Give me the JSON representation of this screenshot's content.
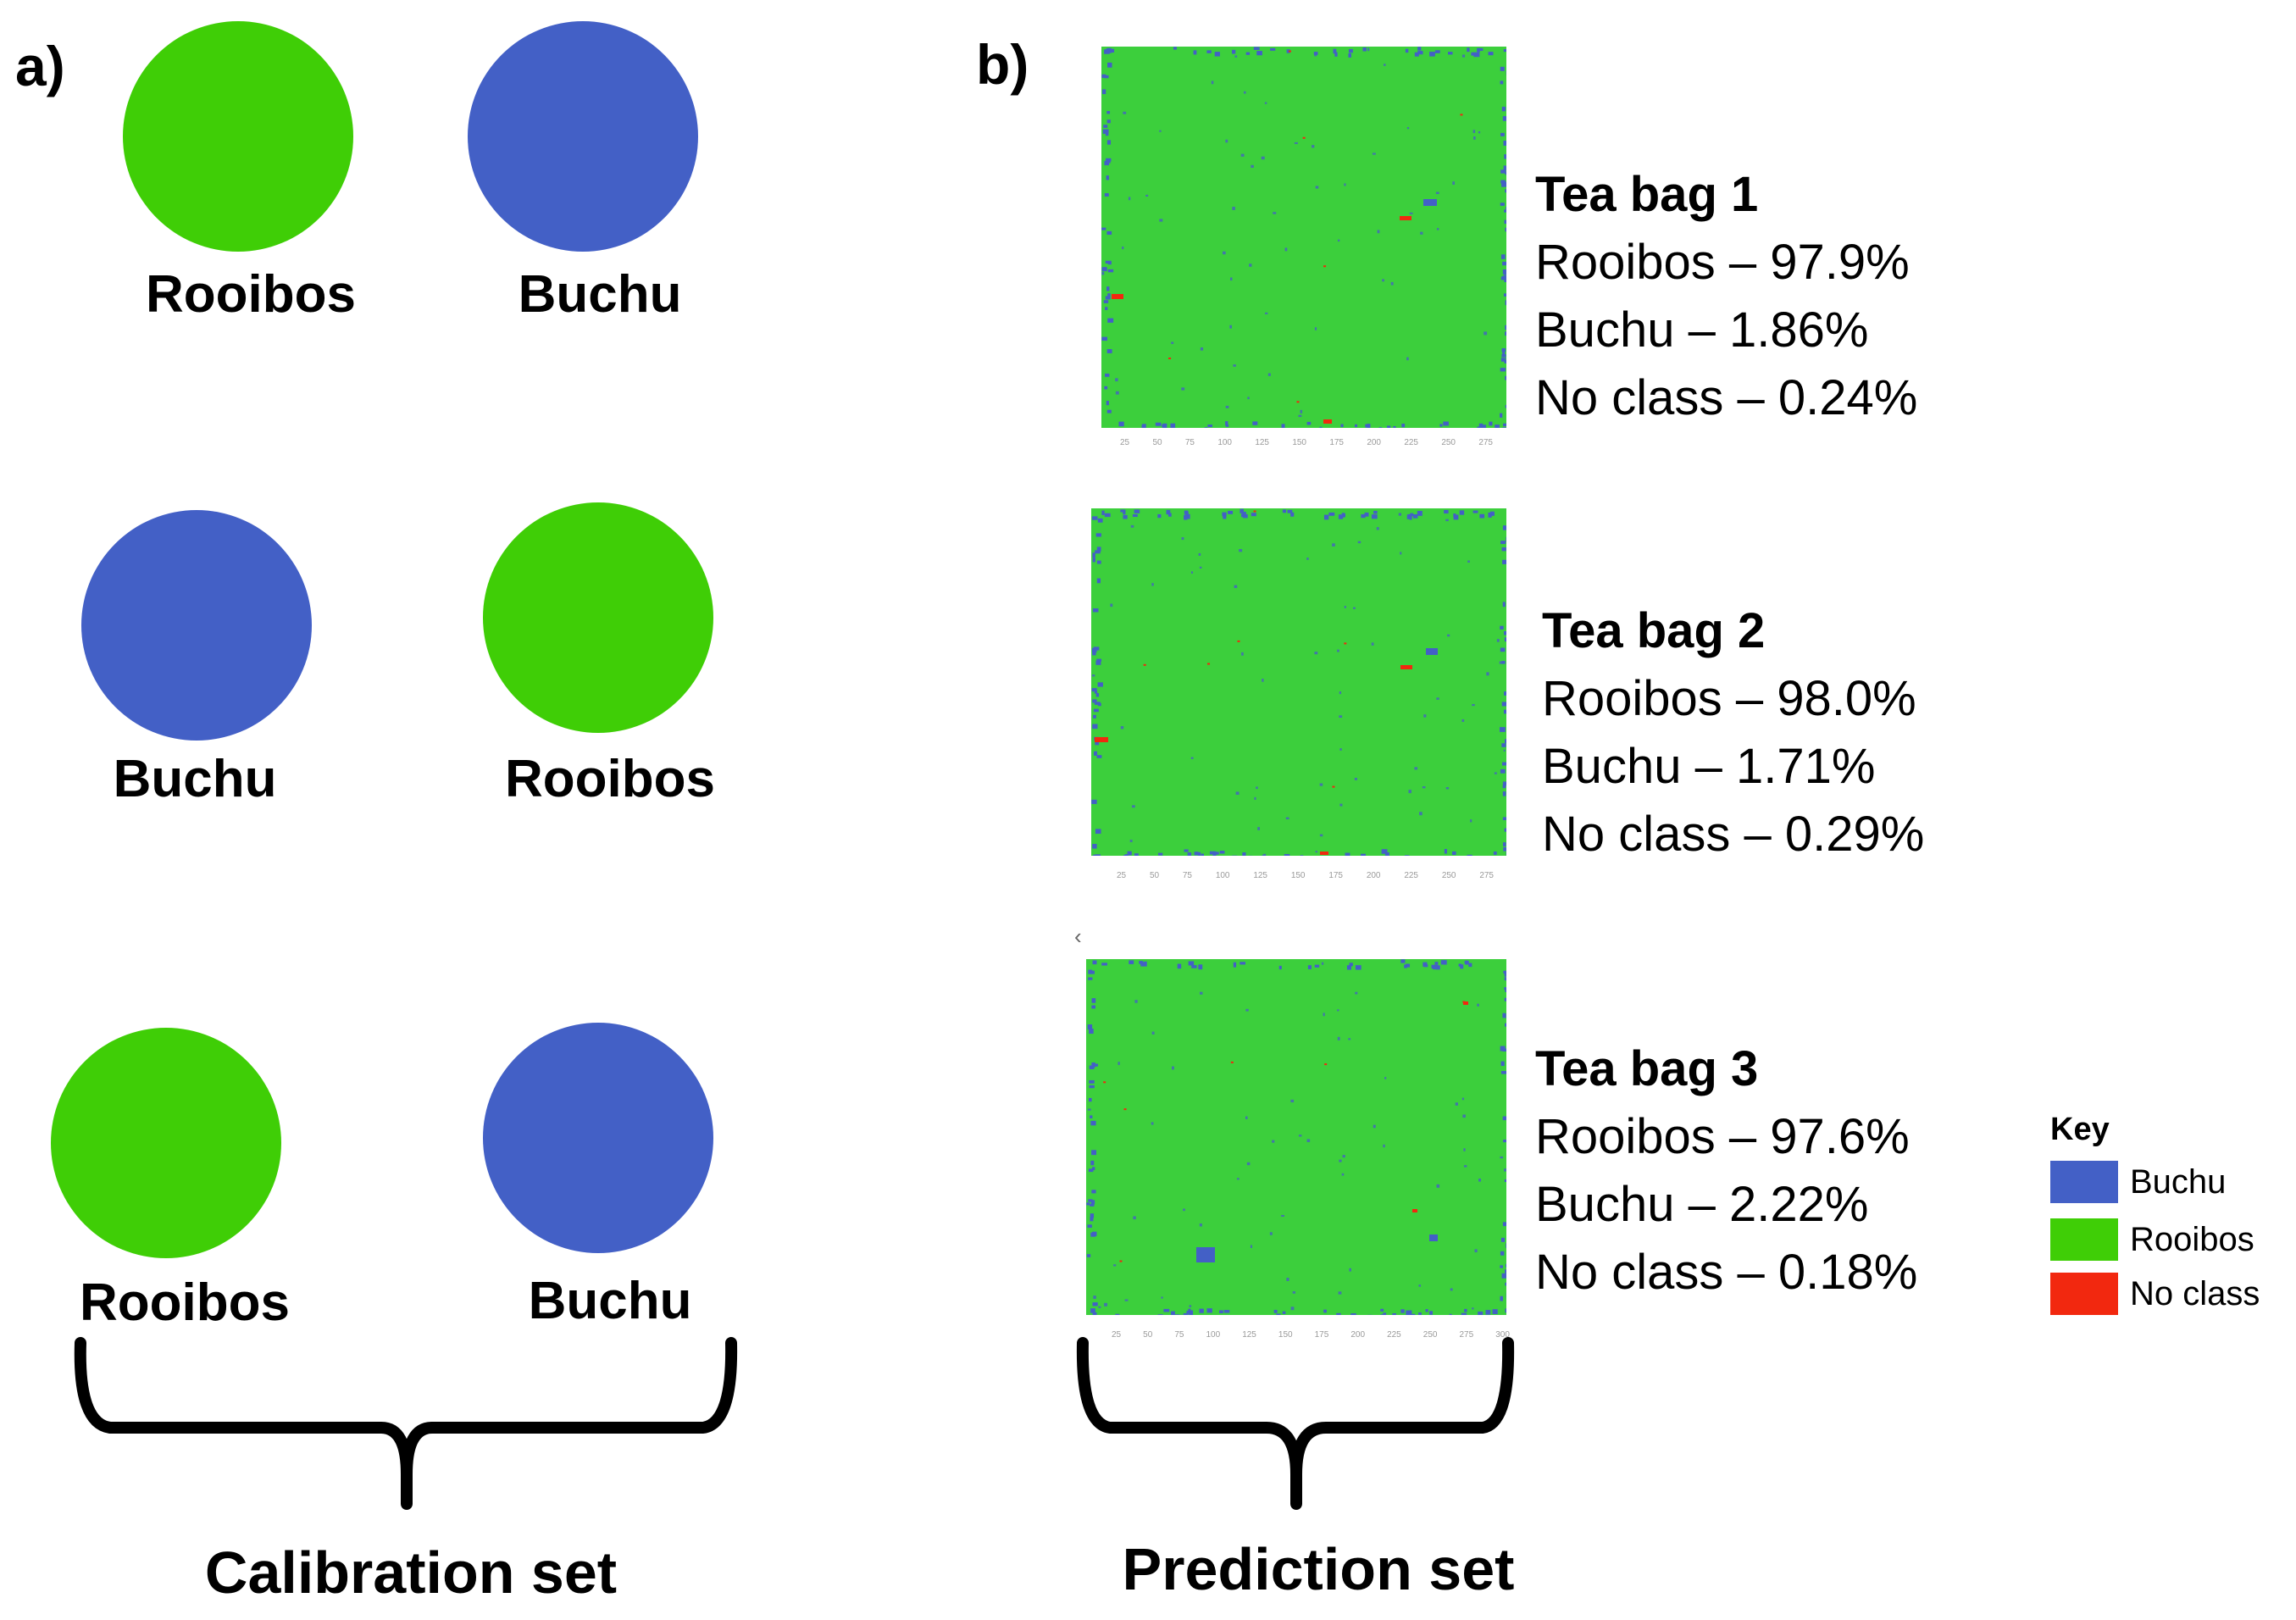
{
  "panel_a": {
    "label": "a)",
    "circles": [
      {
        "label": "Rooibos",
        "class": "rooibos",
        "color": "#3fce06"
      },
      {
        "label": "Buchu",
        "class": "buchu",
        "color": "#4360c6"
      },
      {
        "label": "Buchu",
        "class": "buchu",
        "color": "#4360c6"
      },
      {
        "label": "Rooibos",
        "class": "rooibos",
        "color": "#3fce06"
      },
      {
        "label": "Rooibos",
        "class": "rooibos",
        "color": "#3fce06"
      },
      {
        "label": "Buchu",
        "class": "buchu",
        "color": "#4360c6"
      }
    ],
    "set_label": "Calibration set"
  },
  "panel_b": {
    "label": "b)",
    "tea_bags": [
      {
        "title": "Tea bag 1",
        "lines": [
          "Rooibos – 97.9%",
          "Buchu – 1.86%",
          "No class – 0.24%"
        ],
        "ticks": [
          "25",
          "50",
          "75",
          "100",
          "125",
          "150",
          "175",
          "200",
          "225",
          "250",
          "275"
        ]
      },
      {
        "title": "Tea bag 2",
        "lines": [
          "Rooibos – 98.0%",
          "Buchu – 1.71%",
          "No class – 0.29%"
        ],
        "ticks": [
          "25",
          "50",
          "75",
          "100",
          "125",
          "150",
          "175",
          "200",
          "225",
          "250",
          "275"
        ]
      },
      {
        "title": "Tea bag 3",
        "lines": [
          "Rooibos – 97.6%",
          "Buchu – 2.22%",
          "No class – 0.18%"
        ],
        "ticks": [
          "25",
          "50",
          "75",
          "100",
          "125",
          "150",
          "175",
          "200",
          "225",
          "250",
          "275",
          "300"
        ]
      }
    ],
    "set_label": "Prediction set"
  },
  "key": {
    "title": "Key",
    "items": [
      {
        "label": "Buchu",
        "color": "#4360c6"
      },
      {
        "label": "Rooibos",
        "color": "#3fce06"
      },
      {
        "label": "No class",
        "color": "#f2280f"
      }
    ]
  },
  "colors": {
    "rooibos": "#3fce06",
    "buchu": "#4360c6",
    "no_class": "#f2280f",
    "map_green": "#3ccf3c"
  }
}
